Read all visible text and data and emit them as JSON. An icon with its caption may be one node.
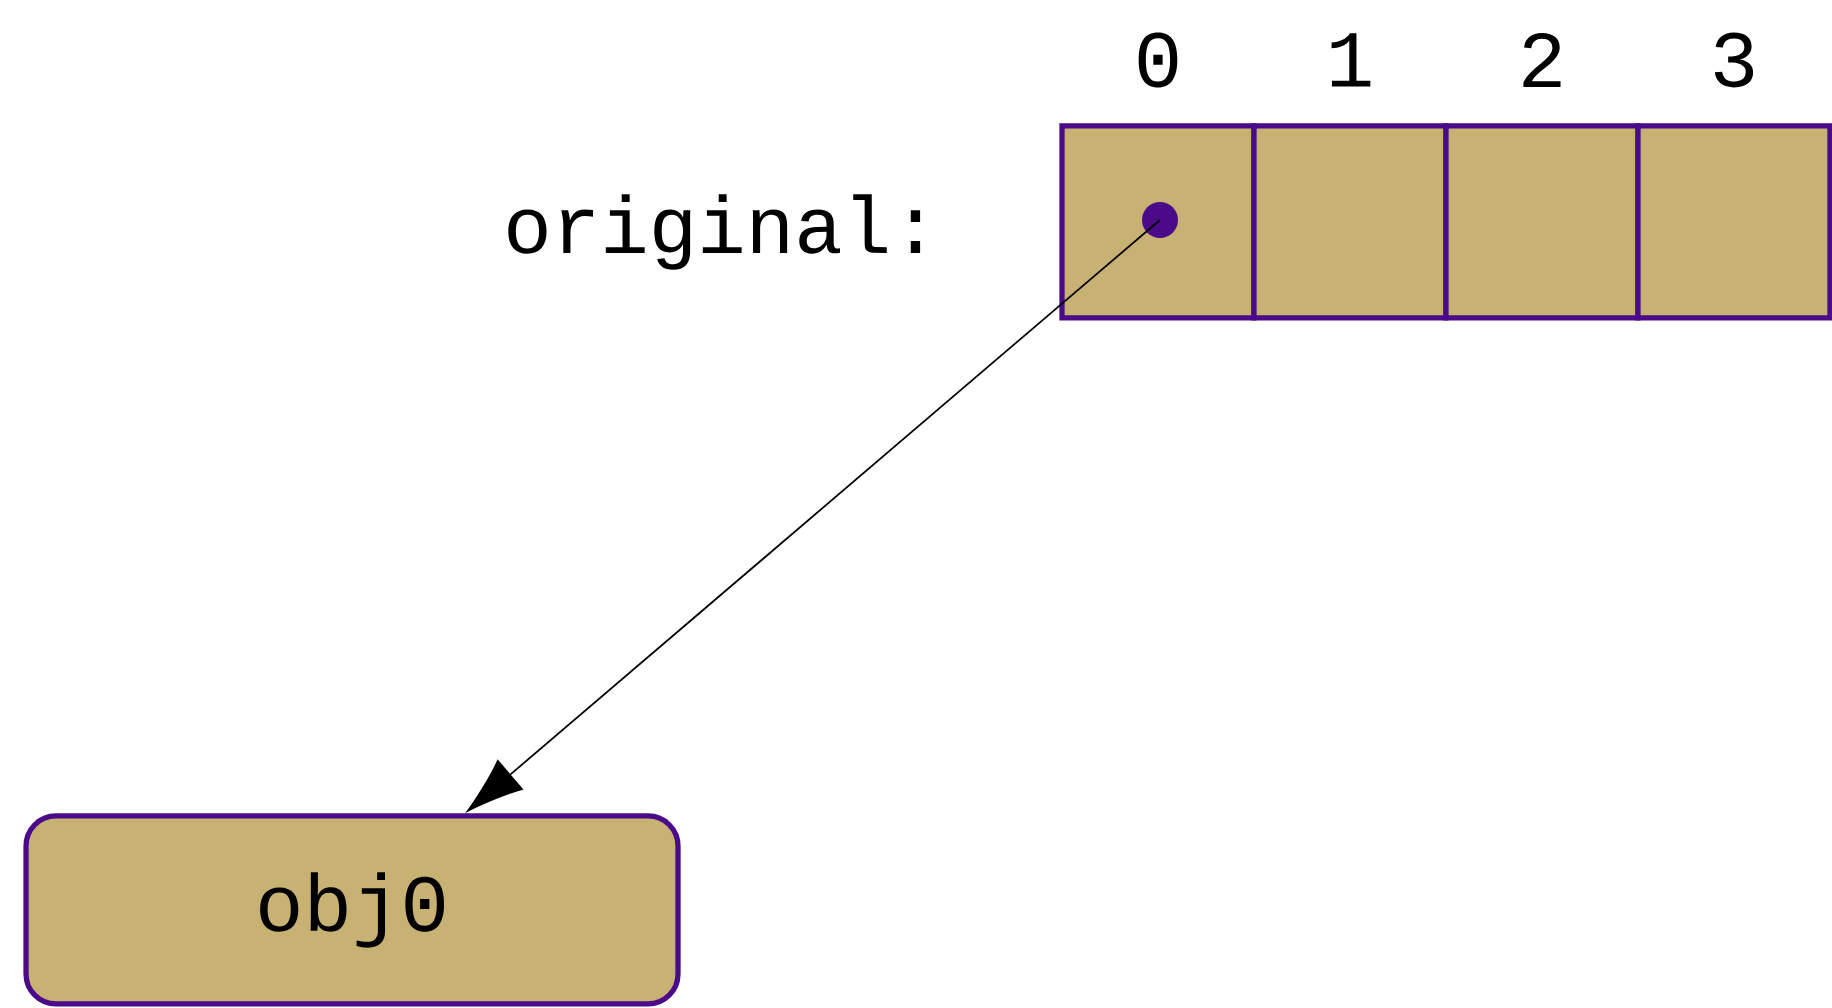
{
  "diagram": {
    "nodes": [
      {
        "text": [],
        "shape": "box",
        "beside": [
          "0"
        ]
      },
      {
        "text": [],
        "shape": "box",
        "beside": [
          "1"
        ]
      },
      {
        "text": [],
        "shape": "box",
        "beside": [
          "2"
        ]
      },
      {
        "text": [],
        "shape": "box",
        "beside": [
          "3"
        ]
      },
      {
        "text": [],
        "shape": "circle",
        "in": 0
      },
      {
        "text": [
          "obj0"
        ]
      }
    ],
    "edges": [
      {
        "from": 4,
        "to": 5,
        "arrow": "to"
      }
    ],
    "labels": [
      "original:"
    ]
  }
}
